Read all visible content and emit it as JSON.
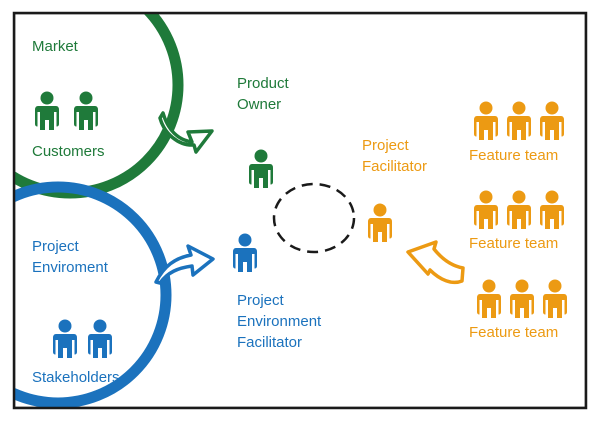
{
  "colors": {
    "market": "#1f7a3a",
    "environment": "#1b72bd",
    "facilitator": "#ec9a13",
    "frame": "#1a1a1a",
    "dashed_circle": "#1a1a1a"
  },
  "market": {
    "title": "Market",
    "people_label": "Customers",
    "people_count": 2
  },
  "environment": {
    "title_line1": "Project",
    "title_line2": "Enviroment",
    "people_label": "Stakeholders",
    "people_count": 2
  },
  "product_owner": {
    "line1": "Product",
    "line2": "Owner"
  },
  "env_facilitator": {
    "line1": "Project",
    "line2": "Environment",
    "line3": "Facilitator"
  },
  "project_facilitator": {
    "line1": "Project",
    "line2": "Facilitator"
  },
  "feature_teams": [
    {
      "label": "Feature team",
      "members": 3
    },
    {
      "label": "Feature team",
      "members": 3
    },
    {
      "label": "Feature team",
      "members": 3
    }
  ],
  "icons": {
    "person": "person-icon",
    "curved_arrow": "curved-arrow-icon"
  }
}
